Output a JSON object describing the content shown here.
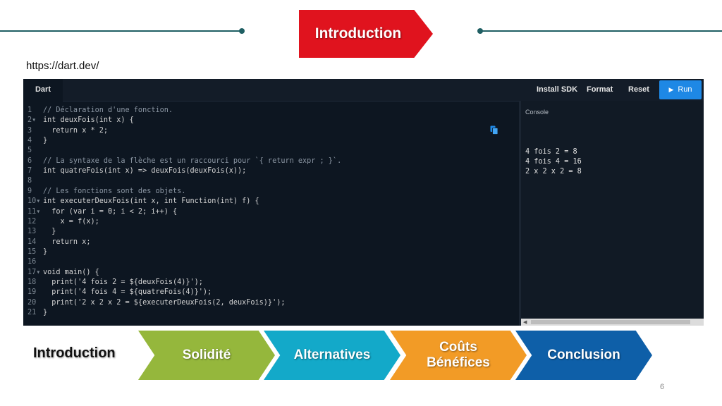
{
  "header": {
    "title": "Introduction"
  },
  "url": "https://dart.dev/",
  "editor": {
    "tab": "Dart",
    "toolbar": {
      "install_sdk": "Install SDK",
      "format": "Format",
      "reset": "Reset",
      "run": "Run"
    },
    "code_lines": [
      "// Déclaration d'une fonction.",
      "int deuxFois(int x) {",
      "  return x * 2;",
      "}",
      "",
      "// La syntaxe de la flèche est un raccourci pour `{ return expr ; }`.",
      "int quatreFois(int x) => deuxFois(deuxFois(x));",
      "",
      "// Les fonctions sont des objets.",
      "int executerDeuxFois(int x, int Function(int) f) {",
      "  for (var i = 0; i < 2; i++) {",
      "    x = f(x);",
      "  }",
      "  return x;",
      "}",
      "",
      "void main() {",
      "  print('4 fois 2 = ${deuxFois(4)}');",
      "  print('4 fois 4 = ${quatreFois(4)}');",
      "  print('2 x 2 x 2 = ${executerDeuxFois(2, deuxFois)}');",
      "}"
    ],
    "line_numbers": [
      "1",
      "2▾",
      "3",
      "4",
      "5",
      "6",
      "7",
      "8",
      "9",
      "10▾",
      "11▾",
      "12",
      "13",
      "14",
      "15",
      "16",
      "17▾",
      "18",
      "19",
      "20",
      "21"
    ],
    "console": {
      "label": "Console",
      "output": [
        "4 fois 2 = 8",
        "4 fois 4 = 16",
        "2 x 2 x 2 = 8"
      ]
    }
  },
  "nav": {
    "current": "Introduction",
    "items": [
      {
        "label": "Solidité",
        "color": "#95b73c"
      },
      {
        "label": "Alternatives",
        "color": "#13a9c9"
      },
      {
        "label": "Coûts Bénéfices",
        "lines": [
          "Coûts",
          "Bénéfices"
        ],
        "color": "#f29b26"
      },
      {
        "label": "Conclusion",
        "color": "#0e5fa8"
      }
    ]
  },
  "page_number": "6",
  "colors": {
    "title_red": "#e0131e",
    "rule": "#1f5f63",
    "run_blue": "#1e88e5",
    "editor_bg": "#0d1621"
  }
}
